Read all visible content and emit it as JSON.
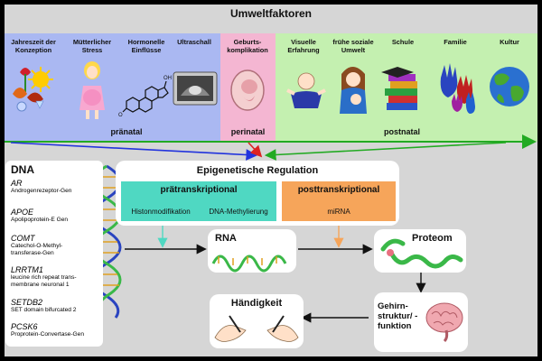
{
  "title": "Umweltfaktoren",
  "factors": [
    {
      "label": "Jahreszeit der Konzeption"
    },
    {
      "label": "Mütterlicher Stress"
    },
    {
      "label": "Hormonelle Einflüsse"
    },
    {
      "label": "Ultraschall"
    },
    {
      "label": "Geburts-komplikation"
    },
    {
      "label": "Visuelle Erfahrung"
    },
    {
      "label": "frühe soziale Umwelt"
    },
    {
      "label": "Schule"
    },
    {
      "label": "Familie"
    },
    {
      "label": "Kultur"
    }
  ],
  "periods": {
    "prenatal": "pränatal",
    "perinatal": "perinatal",
    "postnatal": "postnatal"
  },
  "dna": {
    "title": "DNA",
    "genes": [
      {
        "name": "AR",
        "desc": "Androgenrezeptor-Gen"
      },
      {
        "name": "APOE",
        "desc": "Apolipoprotein-E Gen"
      },
      {
        "name": "COMT",
        "desc": "Catechol-O-Methyl-transferase-Gen"
      },
      {
        "name": "LRRTM1",
        "desc": "leucine rich repeat trans-membrane neuronal 1"
      },
      {
        "name": "SETDB2",
        "desc": "SET domain bifurcated 2"
      },
      {
        "name": "PCSK6",
        "desc": "Proprotein-Convertase-Gen"
      }
    ]
  },
  "epigenetics": {
    "title": "Epigenetische Regulation",
    "pretranscriptional": "prätranskriptional",
    "histone": "Histonmodifikation",
    "methylation": "DNA-Methylierung",
    "posttranscriptional": "posttranskriptional",
    "mirna": "miRNA"
  },
  "nodes": {
    "rna": "RNA",
    "proteome": "Proteom",
    "brain": "Gehirn-struktur/ -funktion",
    "handedness": "Händigkeit"
  },
  "colors": {
    "prenatal_bg": "#aab8f2",
    "perinatal_bg": "#f4b6d2",
    "postnatal_bg": "#c4f0b0",
    "pre_box": "#4fd8c2",
    "post_box": "#f6a55a",
    "blue_arrow": "#2233dd",
    "red_arrow": "#dd2222",
    "green_arrow": "#22aa22"
  }
}
